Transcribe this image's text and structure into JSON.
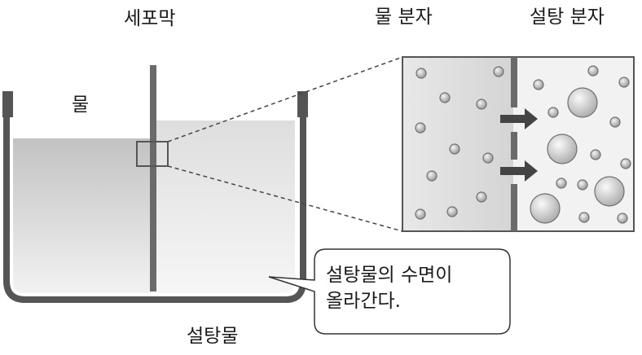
{
  "labels": {
    "membrane": "세포막",
    "water": "물",
    "water_molecule": "물 분자",
    "sugar_molecule": "설탕 분자",
    "sugar_water": "설탕물"
  },
  "callout": {
    "line1": "설탕물의 수면이",
    "line2": "올라간다."
  },
  "colors": {
    "outline": "#555555",
    "water_left": "#c9c9c9",
    "sugar_water_right": "#e6e6e6",
    "arrow": "#444444"
  }
}
